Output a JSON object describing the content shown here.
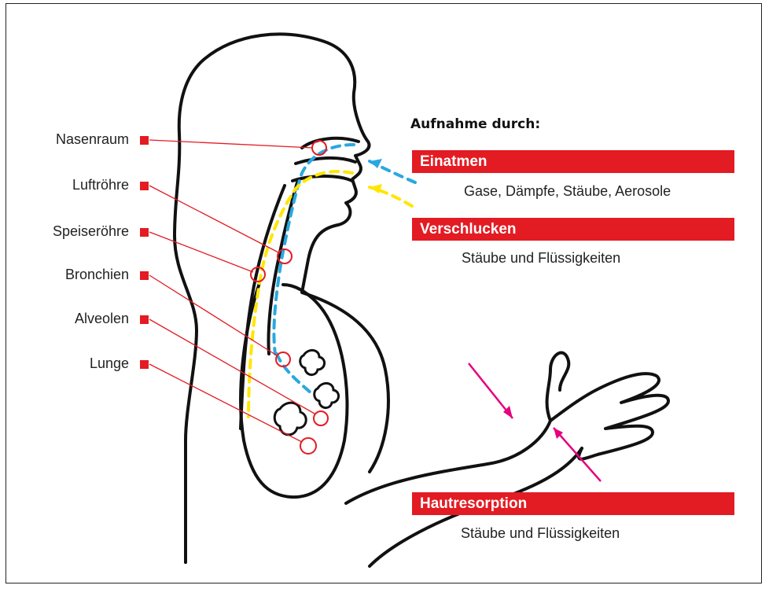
{
  "organs": [
    {
      "label": "Nasenraum"
    },
    {
      "label": "Luftröhre"
    },
    {
      "label": "Speiseröhre"
    },
    {
      "label": "Bronchien"
    },
    {
      "label": "Alveolen"
    },
    {
      "label": "Lunge"
    }
  ],
  "intake": {
    "heading": "Aufnahme durch:",
    "routes": [
      {
        "title": "Einatmen",
        "detail": "Gase, Dämpfe, Stäube, Aerosole"
      },
      {
        "title": "Verschlucken",
        "detail": "Stäube und Flüssigkeiten"
      },
      {
        "title": "Hautresorption",
        "detail": "Stäube und Flüssigkeiten"
      }
    ]
  },
  "colors": {
    "accent_red": "#e31b23",
    "air_blue": "#29a8e0",
    "ingest_yellow": "#ffe600",
    "skin_magenta": "#e5007e",
    "outline": "#111111"
  }
}
